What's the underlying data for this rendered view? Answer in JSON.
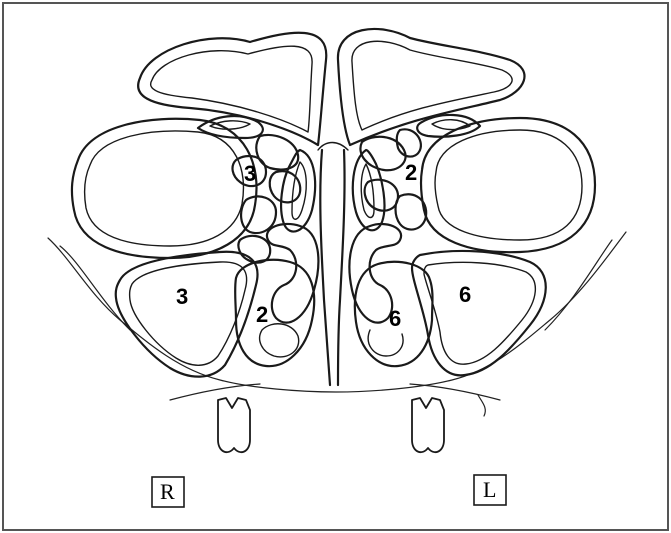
{
  "diagram": {
    "colors": {
      "line": "#1a1a1a",
      "background": "#ffffff",
      "border": "#555555"
    },
    "scores": {
      "right_ethmoid": "3",
      "left_ethmoid": "2",
      "right_maxillary": "3",
      "right_middle_meatus": "2",
      "left_middle_meatus": "6",
      "left_maxillary": "6"
    },
    "sides": {
      "right": "R",
      "left": "L"
    }
  }
}
